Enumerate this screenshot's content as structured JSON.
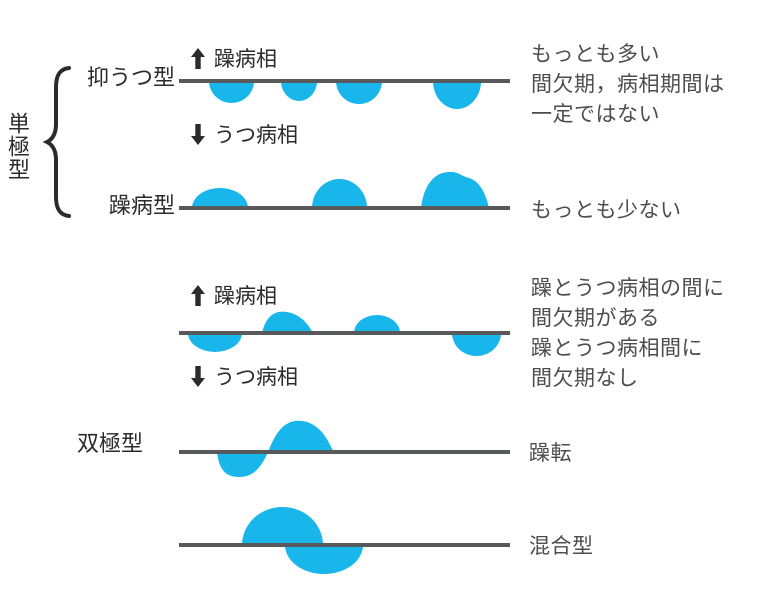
{
  "colors": {
    "blue": "#18b6ea",
    "line": "#58595b",
    "ink": "#2b2b2b",
    "note": "#4d4d4d"
  },
  "unipolar": {
    "group_label": "単極型",
    "depressive_type": "抑うつ型",
    "manic_type": "躁病型"
  },
  "bipolar": {
    "label": "双極型"
  },
  "phases": {
    "manic": "躁病相",
    "depressive": "うつ病相",
    "manic_arrow": "up-arrow",
    "depressive_arrow": "down-arrow"
  },
  "annotations": {
    "most_common": [
      "もっとも多い",
      "間欠期，病相期間は",
      "一定ではない"
    ],
    "least_common": "もっとも少ない",
    "bipolar_note": [
      "躁とうつ病相の間に",
      "間欠期がある",
      "躁とうつ病相間に",
      "間欠期なし"
    ],
    "manic_switch": "躁転",
    "mixed": "混合型"
  }
}
